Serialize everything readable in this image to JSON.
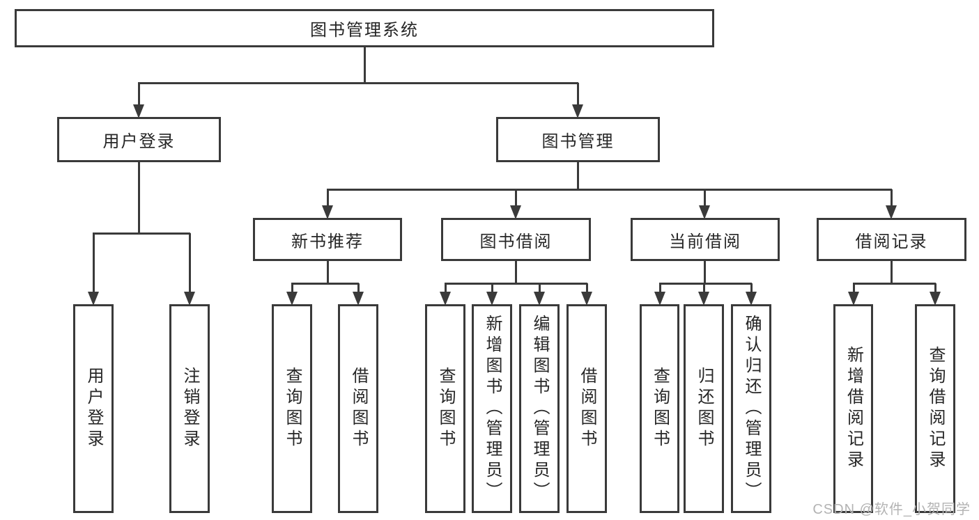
{
  "colors": {
    "line": "#3a3a3a",
    "text": "#262626",
    "background": "#ffffff",
    "watermark_text": "#b3b3b3"
  },
  "tree": {
    "label": "图书管理系统",
    "children": [
      {
        "label": "用户登录",
        "children": [
          {
            "label": "用户登录"
          },
          {
            "label": "注销登录"
          }
        ]
      },
      {
        "label": "图书管理",
        "children": [
          {
            "label": "新书推荐",
            "children": [
              {
                "label": "查询图书"
              },
              {
                "label": "借阅图书"
              }
            ]
          },
          {
            "label": "图书借阅",
            "children": [
              {
                "label": "查询图书"
              },
              {
                "label": "新增图书（管理员）"
              },
              {
                "label": "编辑图书（管理员）"
              },
              {
                "label": "借阅图书"
              }
            ]
          },
          {
            "label": "当前借阅",
            "children": [
              {
                "label": "查询图书"
              },
              {
                "label": "归还图书"
              },
              {
                "label": "确认归还（管理员）"
              }
            ]
          },
          {
            "label": "借阅记录",
            "children": [
              {
                "label": "新增借阅记录"
              },
              {
                "label": "查询借阅记录"
              }
            ]
          }
        ]
      }
    ]
  },
  "watermark": {
    "text": "CSDN @软件_小贺同学"
  }
}
